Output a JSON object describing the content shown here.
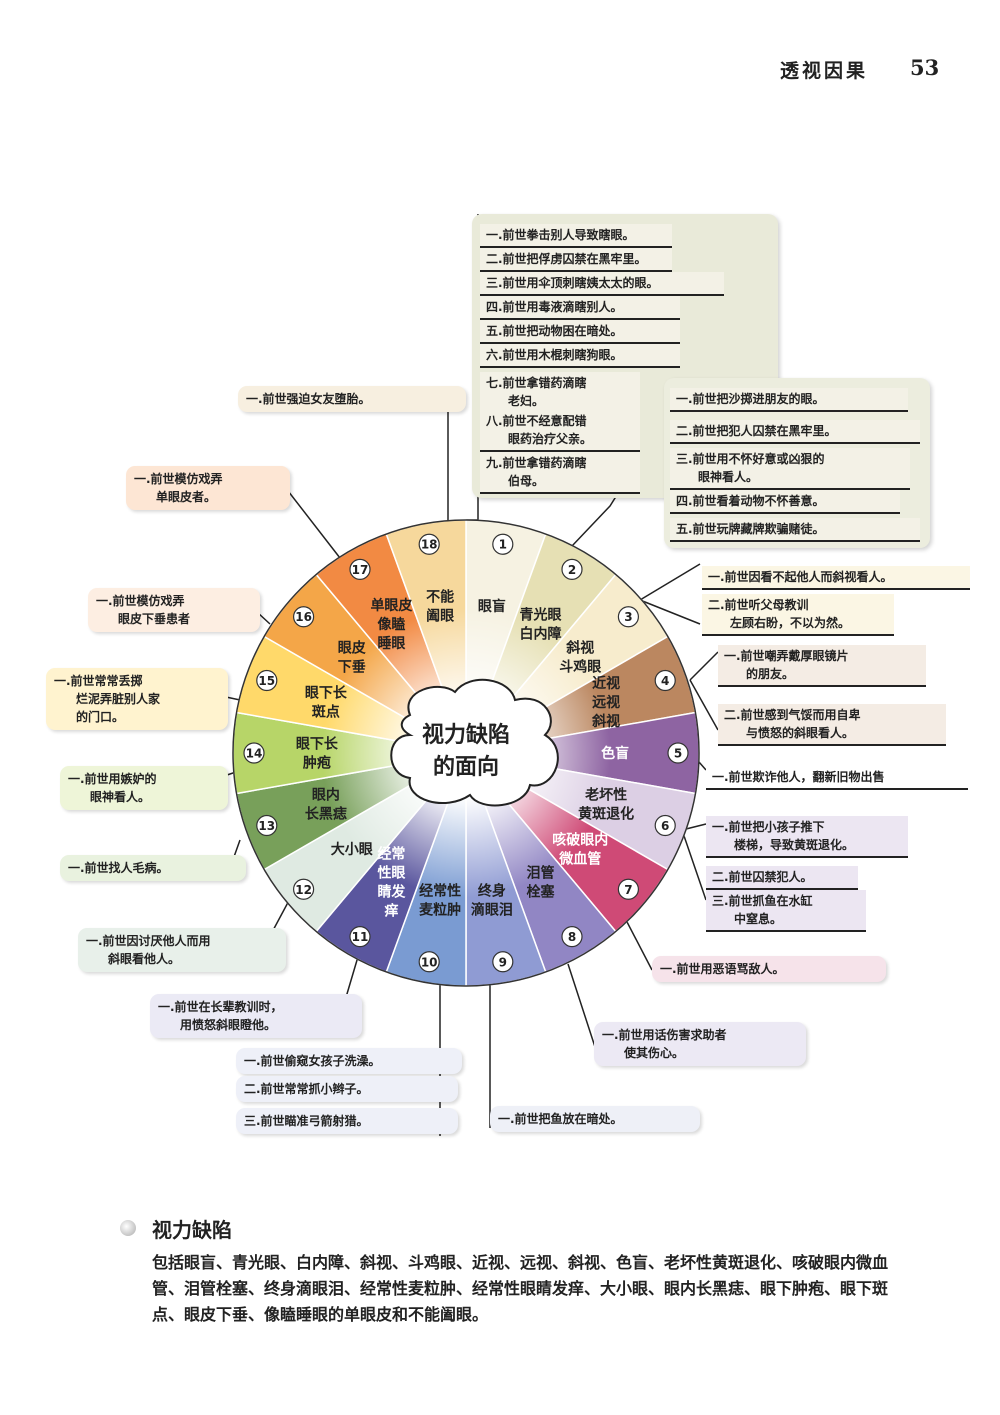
{
  "header": {
    "title": "透视因果",
    "page_number": "53"
  },
  "center_label": [
    "视力缺陷",
    "的面向"
  ],
  "colors": {
    "sectors": [
      "#f6f2e2",
      "#e6e0b4",
      "#f7eccd",
      "#bb8760",
      "#8e64a2",
      "#dccfe4",
      "#cf4a76",
      "#9186c4",
      "#8f9bd3",
      "#7a9bd2",
      "#5a569e",
      "#dfeae2",
      "#78a05a",
      "#b7d568",
      "#ffd96a",
      "#f4a648",
      "#f28a43",
      "#f6d89c"
    ],
    "line": "#222222"
  },
  "sectors": [
    {
      "num": "1",
      "label": [
        "眼盲"
      ]
    },
    {
      "num": "2",
      "label": [
        "青光眼",
        "白内障"
      ]
    },
    {
      "num": "3",
      "label": [
        "斜视",
        "斗鸡眼"
      ]
    },
    {
      "num": "4",
      "label": [
        "近视",
        "远视",
        "斜视"
      ]
    },
    {
      "num": "5",
      "label": [
        "色盲"
      ]
    },
    {
      "num": "6",
      "label": [
        "老坏性",
        "黄斑退化"
      ]
    },
    {
      "num": "7",
      "label": [
        "咳破眼内",
        "微血管"
      ]
    },
    {
      "num": "8",
      "label": [
        "泪管",
        "栓塞"
      ]
    },
    {
      "num": "9",
      "label": [
        "终身",
        "滴眼泪"
      ]
    },
    {
      "num": "10",
      "label": [
        "经常性",
        "麦粒肿"
      ]
    },
    {
      "num": "11",
      "label": [
        "经常",
        "性眼",
        "睛发",
        "痒"
      ]
    },
    {
      "num": "12",
      "label": [
        "大小眼"
      ]
    },
    {
      "num": "13",
      "label": [
        "眼内",
        "长黑痣"
      ]
    },
    {
      "num": "14",
      "label": [
        "眼下长",
        "肿疱"
      ]
    },
    {
      "num": "15",
      "label": [
        "眼下长",
        "斑点"
      ]
    },
    {
      "num": "16",
      "label": [
        "眼皮",
        "下垂"
      ]
    },
    {
      "num": "17",
      "label": [
        "单眼皮",
        "像瞌",
        "睡眼"
      ]
    },
    {
      "num": "18",
      "label": [
        "不能",
        "阖眼"
      ]
    }
  ],
  "notes": [
    {
      "id": "n1-1",
      "lines": [
        "一.前世拳击别人导致瞎眼。"
      ]
    },
    {
      "id": "n1-2",
      "lines": [
        "二.前世把俘虏囚禁在黑牢里。"
      ]
    },
    {
      "id": "n1-3",
      "lines": [
        "三.前世用伞顶刺瞎姨太太的眼。"
      ]
    },
    {
      "id": "n1-4",
      "lines": [
        "四.前世用毒液滴瞎别人。"
      ]
    },
    {
      "id": "n1-5",
      "lines": [
        "五.前世把动物困在暗处。"
      ]
    },
    {
      "id": "n1-6",
      "lines": [
        "六.前世用木棍刺瞎狗眼。"
      ]
    },
    {
      "id": "n1-7",
      "lines": [
        "七.前世拿错药滴瞎",
        "老妇。"
      ]
    },
    {
      "id": "n1-8",
      "lines": [
        "八.前世不经意配错",
        "眼药治疗父亲。"
      ]
    },
    {
      "id": "n1-9",
      "lines": [
        "九.前世拿错药滴瞎",
        "伯母。"
      ]
    },
    {
      "id": "n2-1",
      "lines": [
        "一.前世把沙掷进朋友的眼。"
      ]
    },
    {
      "id": "n2-2",
      "lines": [
        "二.前世把犯人囚禁在黑牢里。"
      ]
    },
    {
      "id": "n2-3",
      "lines": [
        "三.前世用不怀好意或凶狠的",
        "眼神看人。"
      ]
    },
    {
      "id": "n2-4",
      "lines": [
        "四.前世看着动物不怀善意。"
      ]
    },
    {
      "id": "n2-5",
      "lines": [
        "五.前世玩牌藏牌欺骗赌徒。"
      ]
    },
    {
      "id": "n3-1",
      "lines": [
        "一.前世因看不起他人而斜视看人。"
      ]
    },
    {
      "id": "n3-2",
      "lines": [
        "二.前世听父母教训",
        "左顾右盼，不以为然。"
      ]
    },
    {
      "id": "n4-1",
      "lines": [
        "一.前世嘲弄戴厚眼镜片",
        "的朋友。"
      ]
    },
    {
      "id": "n4-2",
      "lines": [
        "二.前世感到气馁而用自卑",
        "与愤怒的斜眼看人。"
      ]
    },
    {
      "id": "n5-1",
      "lines": [
        "一.前世欺诈他人，翻新旧物出售"
      ]
    },
    {
      "id": "n6-1",
      "lines": [
        "一.前世把小孩子推下",
        "楼梯，导致黄斑退化。"
      ]
    },
    {
      "id": "n6-2",
      "lines": [
        "二.前世囚禁犯人。"
      ]
    },
    {
      "id": "n6-3",
      "lines": [
        "三.前世抓鱼在水缸",
        "中窒息。"
      ]
    },
    {
      "id": "n7-1",
      "lines": [
        "一.前世用恶语骂敌人。"
      ]
    },
    {
      "id": "n8-1",
      "lines": [
        "一.前世用话伤害求助者",
        "使其伤心。"
      ]
    },
    {
      "id": "n9-1",
      "lines": [
        "一.前世把鱼放在暗处。"
      ]
    },
    {
      "id": "n10-1",
      "lines": [
        "一.前世偷窥女孩子洗澡。"
      ]
    },
    {
      "id": "n10-2",
      "lines": [
        "二.前世常常抓小辫子。"
      ]
    },
    {
      "id": "n10-3",
      "lines": [
        "三.前世瞄准弓箭射猎。"
      ]
    },
    {
      "id": "n11-1",
      "lines": [
        "一.前世在长辈教训时，",
        "用愤怒斜眼瞪他。"
      ]
    },
    {
      "id": "n12-1",
      "lines": [
        "一.前世因讨厌他人而用",
        "斜眼看他人。"
      ]
    },
    {
      "id": "n13-1",
      "lines": [
        "一.前世找人毛病。"
      ]
    },
    {
      "id": "n14-1",
      "lines": [
        "一.前世用嫉妒的",
        "眼神看人。"
      ]
    },
    {
      "id": "n15-1",
      "lines": [
        "一.前世常常丢掷",
        "烂泥弄脏别人家",
        "的门口。"
      ]
    },
    {
      "id": "n16-1",
      "lines": [
        "一.前世模仿戏弄",
        "眼皮下垂患者"
      ]
    },
    {
      "id": "n17-1",
      "lines": [
        "一.前世模仿戏弄",
        "单眼皮者。"
      ]
    },
    {
      "id": "n18-1",
      "lines": [
        "一.前世强迫女友堕胎。"
      ]
    }
  ],
  "footer": {
    "title": "视力缺陷",
    "text": "包括眼盲、青光眼、白内障、斜视、斗鸡眼、近视、远视、斜视、色盲、老坏性黄斑退化、咳破眼内微血管、泪管栓塞、终身滴眼泪、经常性麦粒肿、经常性眼睛发痒、大小眼、眼内长黑痣、眼下肿疱、眼下斑点、眼皮下垂、像瞌睡眼的单眼皮和不能阖眼。"
  }
}
